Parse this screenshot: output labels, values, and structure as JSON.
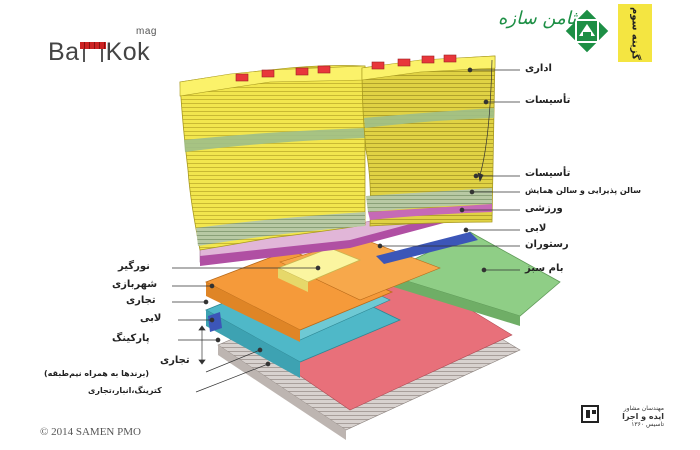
{
  "header": {
    "site_logo": {
      "text": "BamKok",
      "sub": "mag"
    },
    "brand": {
      "name": "ثامن سازه",
      "emblem": "tiles-emblem-icon",
      "accent": "#1d8f45"
    },
    "option_tab": "گزینه سوم"
  },
  "labels_right": [
    "اداری",
    "تأسیسات",
    "تأسیسات",
    "سالن پذیرایی و سالن همایش",
    "ورزشی",
    "لابی",
    "رستوران",
    "بام سبز"
  ],
  "labels_left": [
    "نورگیر",
    "شهربازی",
    "تجاری",
    "لابی",
    "پارکینگ",
    "تجاری",
    "(برندها به همراه نیم‌طبقه)",
    "کترینگ،انبار،تجاری"
  ],
  "footer": {
    "copyright": "© 2014 SAMEN PMO",
    "studio": [
      "مهندسان مشاور",
      "ایده و اجرا",
      "تاسیس ۱۳۶۰"
    ]
  },
  "colors": {
    "tower": "#f2e64e",
    "tower_band": "#9fbf8a",
    "podium_orange": "#f59a3a",
    "podium_teal": "#4fb8c8",
    "green_roof": "#8fce86",
    "base_red": "#e8707a",
    "roof_box": "#e8373b",
    "brand_green": "#1d8f45",
    "tab_yellow": "#f4e541"
  }
}
